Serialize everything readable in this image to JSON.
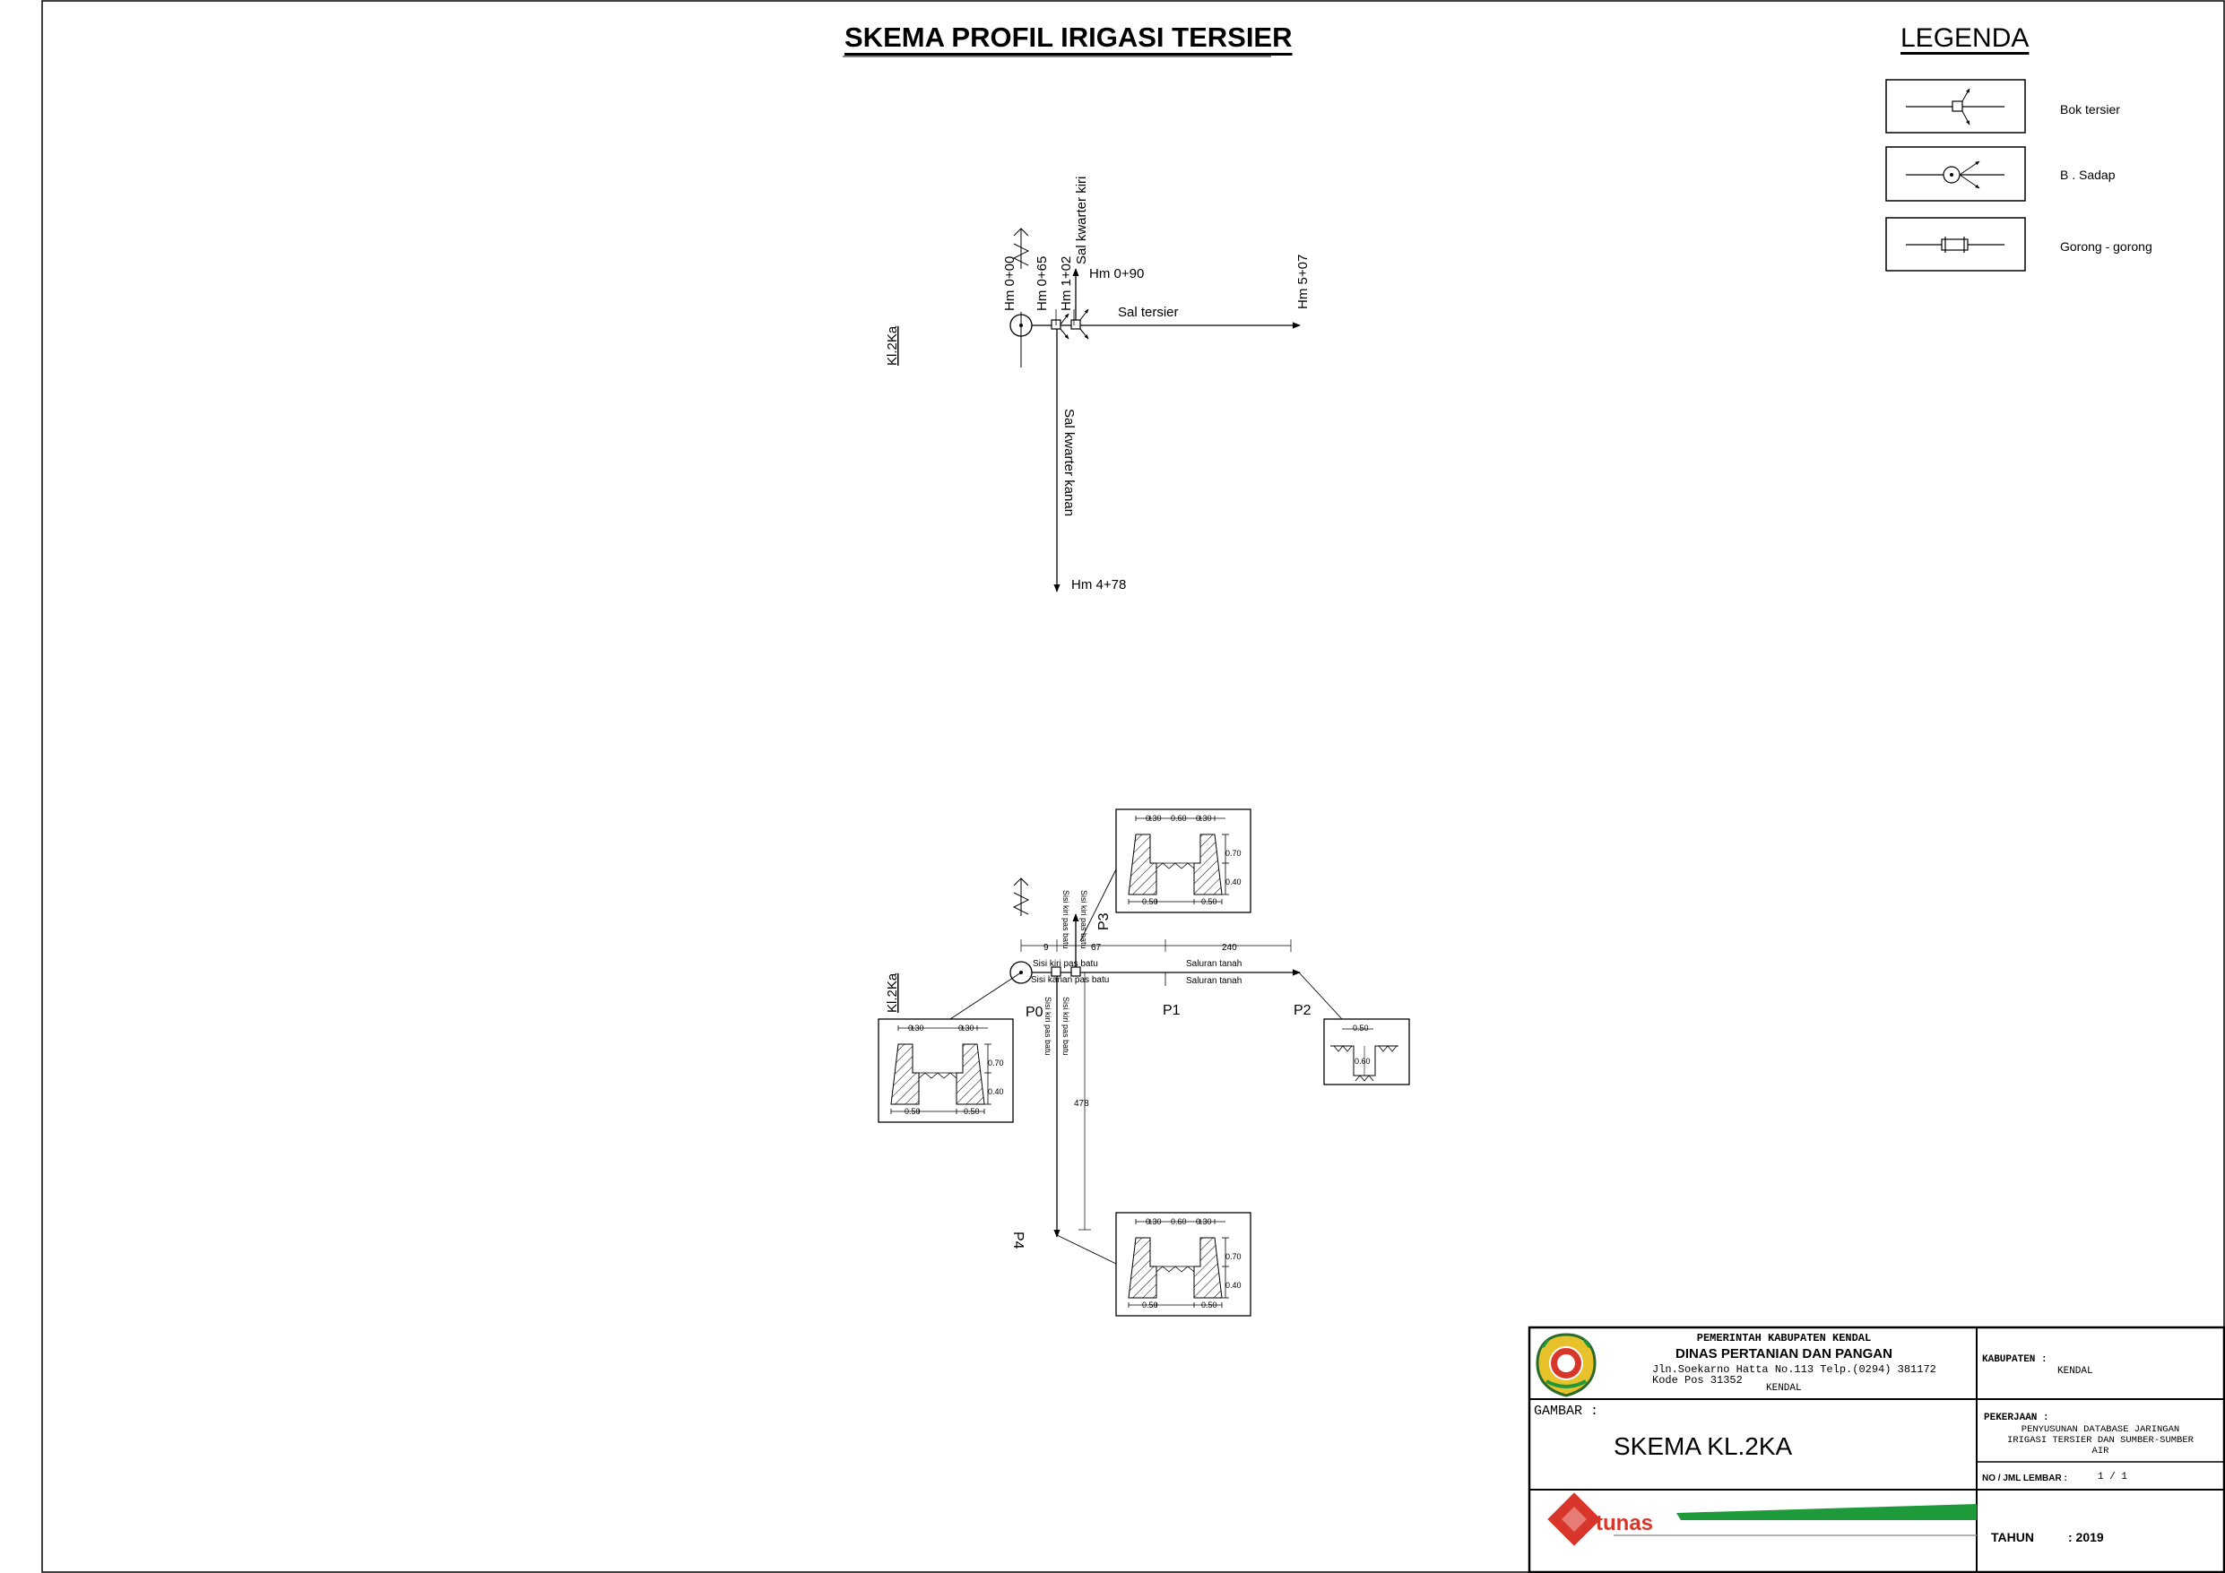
{
  "title": "SKEMA PROFIL IRIGASI TERSIER",
  "legend": {
    "title": "LEGENDA",
    "items": [
      {
        "label": "Bok tersier",
        "icon": "bok-tersier-icon"
      },
      {
        "label": "B . Sadap",
        "icon": "bangunan-sadap-icon"
      },
      {
        "label": "Gorong - gorong",
        "icon": "gorong-gorong-icon"
      }
    ]
  },
  "schema_top": {
    "block_code": "Kl.2Ka",
    "stations": {
      "hm_000": "Hm 0+00",
      "hm_065": "Hm 0+65",
      "hm_102": "Hm 1+02",
      "hm_090": "Hm 0+90",
      "hm_507": "Hm 5+07",
      "hm_478": "Hm 4+78"
    },
    "channels": {
      "kiri": "Sal kwarter kiri",
      "tersier": "Sal tersier",
      "kanan": "Sal kwarter kanan"
    }
  },
  "schema_bottom": {
    "block_code": "Kl.2Ka",
    "points": {
      "p0": "P0",
      "p1": "P1",
      "p2": "P2",
      "p3": "P3",
      "p4": "P4"
    },
    "dims": {
      "d9": "9",
      "d67": "67",
      "d240": "240",
      "d478": "478"
    },
    "labels": {
      "sisi_kiri_h": "Sisi kiri pas batu",
      "sisi_kanan_h": "Sisi kanan pas batu",
      "sal_tanah_1": "Saluran tanah",
      "sal_tanah_2": "Saluran tanah",
      "v_up_1": "Sisi kiri pas batu",
      "v_up_2": "Sisi kiri pas batu",
      "v_down_1": "Sisi kiri pas batu",
      "v_down_2": "Sisi kiri pas batu"
    },
    "sections": {
      "lined": {
        "top_left": "0.30",
        "top_mid": "0.60",
        "top_right": "0.30",
        "h1": "0.70",
        "h2": "0.40",
        "bot_left": "0.50",
        "bot_right": "0.50"
      },
      "lined_small": {
        "top_left": "0.30",
        "top_right": "0.30",
        "h1": "0.70",
        "h2": "0.40",
        "bot_left": "0.50",
        "bot_right": "0.50"
      },
      "earth": {
        "width": "0.50",
        "depth": "0.60"
      }
    }
  },
  "title_block": {
    "gov": "PEMERINTAH KABUPATEN KENDAL",
    "dept": "DINAS PERTANIAN DAN PANGAN",
    "address": "Jln.Soekarno Hatta No.113 Telp.(0294) 381172",
    "postcode": "Kode Pos 31352",
    "city": "KENDAL",
    "gambar_label": "GAMBAR :",
    "gambar_value": "SKEMA KL.2KA",
    "kabupaten_label": "KABUPATEN :",
    "kabupaten_value": "KENDAL",
    "pekerjaan_label": "PEKERJAAN :",
    "pekerjaan_line1": "PENYUSUNAN DATABASE JARINGAN",
    "pekerjaan_line2": "IRIGASI TERSIER DAN SUMBER-SUMBER",
    "pekerjaan_line3": "AIR",
    "lembar_label": "NO / JML LEMBAR :",
    "lembar_value": "1 / 1",
    "tahun_label": "TAHUN",
    "tahun_value": ": 2019",
    "brand": "tunas"
  },
  "colors": {
    "ink": "#000000",
    "brand_green": "#1e9a3a",
    "brand_red": "#d9362b",
    "logo_yellow": "#e8c22a"
  }
}
